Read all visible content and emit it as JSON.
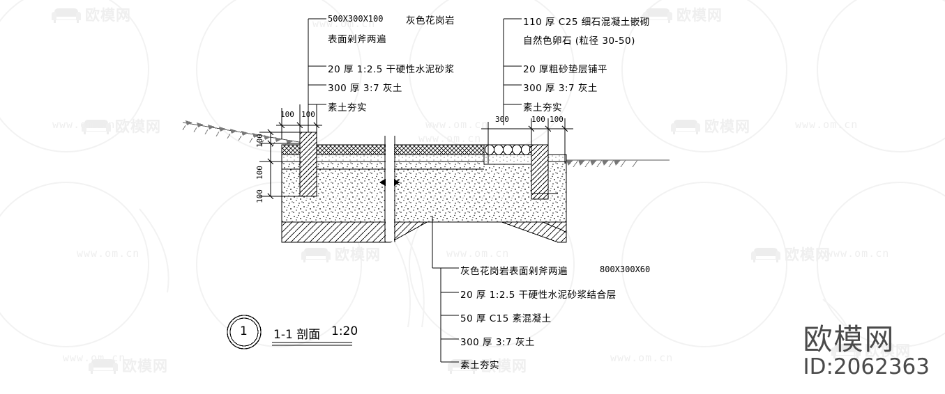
{
  "drawing": {
    "title_number": "1",
    "title_label": "1-1 剖面",
    "title_scale": "1:20",
    "annotations": {
      "top_left": {
        "header_size": "500X300X100",
        "header_material": "灰色花岗岩",
        "line1": "表面剁斧两遍",
        "line2": "20 厚 1:2.5  干硬性水泥砂浆",
        "line3": "300 厚 3:7  灰土",
        "line4": "素土夯实"
      },
      "top_right": {
        "line1": "110 厚 C25  细石混凝土嵌砌",
        "line2": "自然色卵石      (粒径 30-50)",
        "line3": "20 厚粗砂垫层铺平",
        "line4": "300 厚 3:7  灰土",
        "line5": "素土夯实"
      },
      "bottom": {
        "line1": "灰色花岗岩表面剁斧两遍",
        "line1_size": "800X300X60",
        "line2": "20 厚 1:2.5  干硬性水泥砂浆结合层",
        "line3": "50  厚  C15   素混凝土",
        "line4": "300 厚 3:7  灰土",
        "line5": "素土夯实"
      }
    },
    "dimensions": {
      "left_horizontal": [
        "100",
        "100"
      ],
      "left_vertical": [
        "100",
        "100",
        "100"
      ],
      "right_horizontal": [
        "300",
        "100",
        "100"
      ]
    }
  },
  "branding": {
    "logo_text": "欧模网",
    "id_text": "ID:2062363",
    "watermark_url": "www.om.cn",
    "watermark_logo": "欧模网"
  }
}
